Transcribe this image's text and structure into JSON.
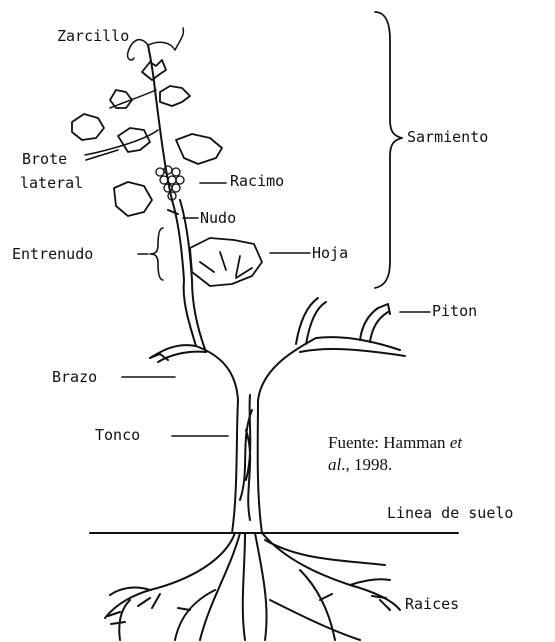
{
  "figure": {
    "labels": {
      "zarcillo": "Zarcillo",
      "sarmiento": "Sarmiento",
      "brote": "Brote",
      "lateral": "lateral",
      "racimo": "Racimo",
      "nudo": "Nudo",
      "entrenudo": "Entrenudo",
      "hoja": "Hoja",
      "piton": "Piton",
      "brazo": "Brazo",
      "tronco": "Tonco",
      "linea_suelo": "Linea de suelo",
      "raices": "Raices"
    },
    "source": {
      "prefix": "Fuente: Hamman ",
      "et": "et",
      "al": "al",
      "suffix": "., 1998."
    },
    "colors": {
      "ink": "#111111",
      "background": "#ffffff"
    }
  }
}
